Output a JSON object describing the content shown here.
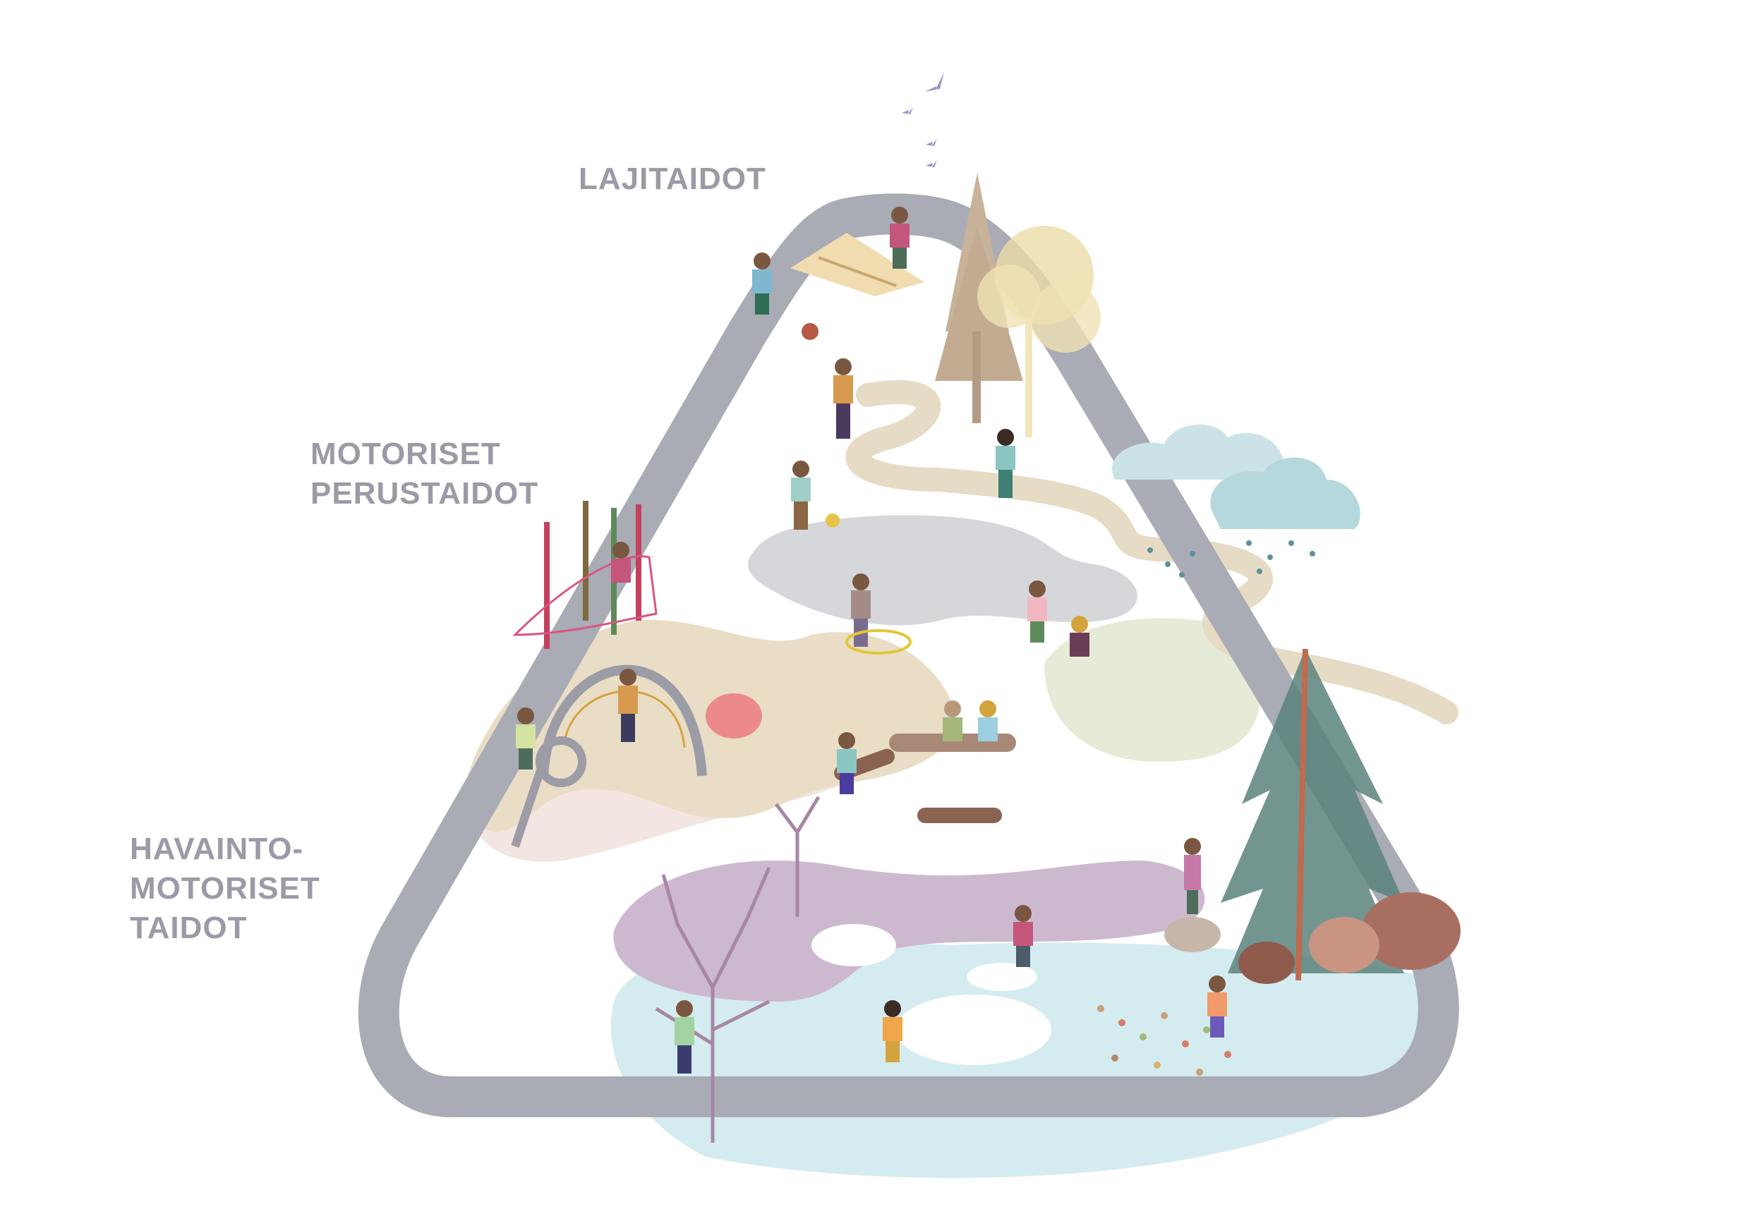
{
  "labels": {
    "top": "LAJITAIDOT",
    "middle": "MOTORISET\nPERUSTAIDOT",
    "bottom": "HAVAINTO-\nMOTORISET\nTAIDOT"
  },
  "colors": {
    "track": "#a9acb5",
    "label": "#9a9ba6",
    "sand": "#e8dcc3",
    "pink_ground": "#f4e4e0",
    "lilac_field": "#c9b5cc",
    "water": "#cfe9ec",
    "cloud": "#b9dbe0",
    "meadow": "#e3ead2",
    "fir": "#4e7a73",
    "trunk": "#c06a4e",
    "rock": "#a96b5e"
  },
  "icons": [
    "birds-icon",
    "cloud-icon",
    "rain-icon",
    "tree-icon",
    "fir-icon",
    "child-icon",
    "ball-icon",
    "net-icon",
    "rock-icon",
    "log-icon"
  ]
}
